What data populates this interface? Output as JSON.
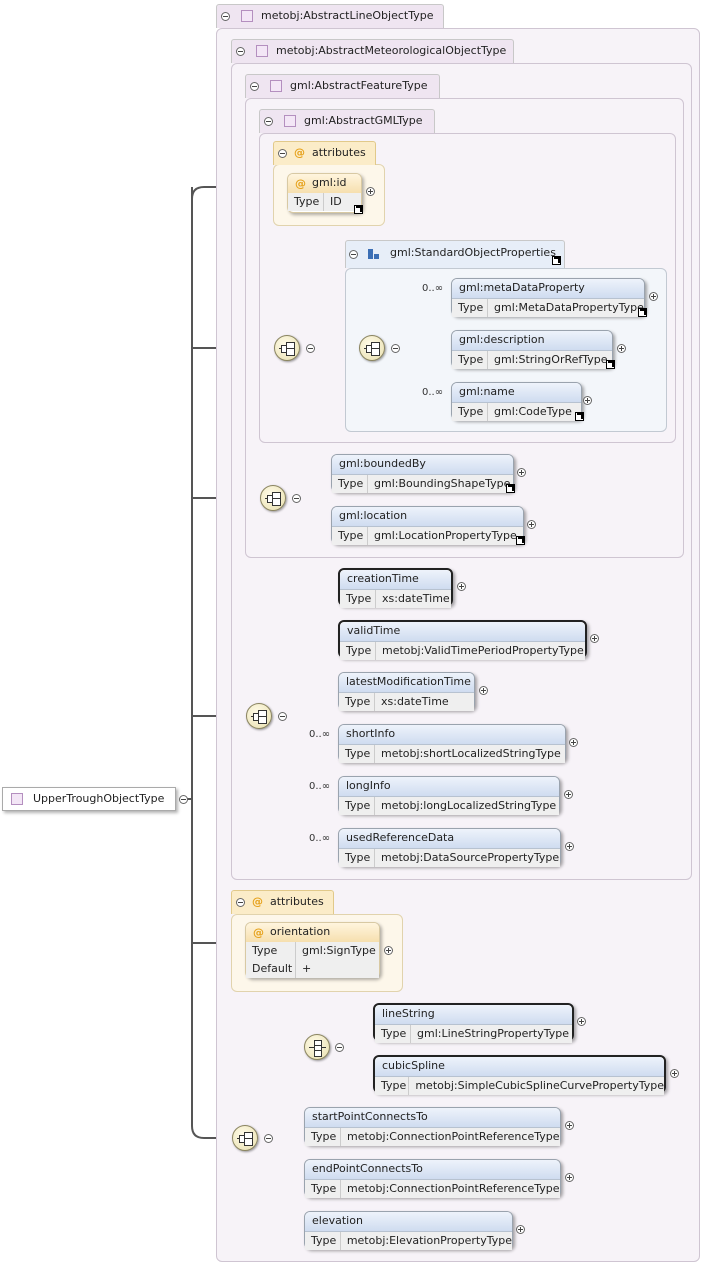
{
  "root": {
    "name": "UpperTroughObjectType"
  },
  "types": {
    "line_object": "metobj:AbstractLineObjectType",
    "met_object": "metobj:AbstractMeteorologicalObjectType",
    "feature": "gml:AbstractFeatureType",
    "gml": "gml:AbstractGMLType"
  },
  "attributes_label": "attributes",
  "gml_id": {
    "name": "gml:id",
    "type_key": "Type",
    "type": "ID"
  },
  "std_props": {
    "group": "gml:StandardObjectProperties",
    "items": [
      {
        "name": "gml:metaDataProperty",
        "type": "gml:MetaDataPropertyType",
        "occ": "0..∞"
      },
      {
        "name": "gml:description",
        "type": "gml:StringOrRefType",
        "occ": ""
      },
      {
        "name": "gml:name",
        "type": "gml:CodeType",
        "occ": "0..∞"
      }
    ]
  },
  "feature_items": [
    {
      "name": "gml:boundedBy",
      "type": "gml:BoundingShapeType"
    },
    {
      "name": "gml:location",
      "type": "gml:LocationPropertyType"
    }
  ],
  "met_items": [
    {
      "name": "creationTime",
      "type": "xs:dateTime",
      "occ": ""
    },
    {
      "name": "validTime",
      "type": "metobj:ValidTimePeriodPropertyType",
      "occ": ""
    },
    {
      "name": "latestModificationTime",
      "type": "xs:dateTime",
      "occ": ""
    },
    {
      "name": "shortInfo",
      "type": "metobj:shortLocalizedStringType",
      "occ": "0..∞"
    },
    {
      "name": "longInfo",
      "type": "metobj:longLocalizedStringType",
      "occ": "0..∞"
    },
    {
      "name": "usedReferenceData",
      "type": "metobj:DataSourcePropertyType",
      "occ": "0..∞"
    }
  ],
  "orientation": {
    "name": "orientation",
    "type_key": "Type",
    "type": "gml:SignType",
    "default_key": "Default",
    "default": "+"
  },
  "line_choice": [
    {
      "name": "lineString",
      "type": "gml:LineStringPropertyType"
    },
    {
      "name": "cubicSpline",
      "type": "metobj:SimpleCubicSplineCurvePropertyType"
    }
  ],
  "line_items": [
    {
      "name": "startPointConnectsTo",
      "type": "metobj:ConnectionPointReferenceType"
    },
    {
      "name": "endPointConnectsTo",
      "type": "metobj:ConnectionPointReferenceType"
    },
    {
      "name": "elevation",
      "type": "metobj:ElevationPropertyType"
    }
  ],
  "type_key": "Type"
}
